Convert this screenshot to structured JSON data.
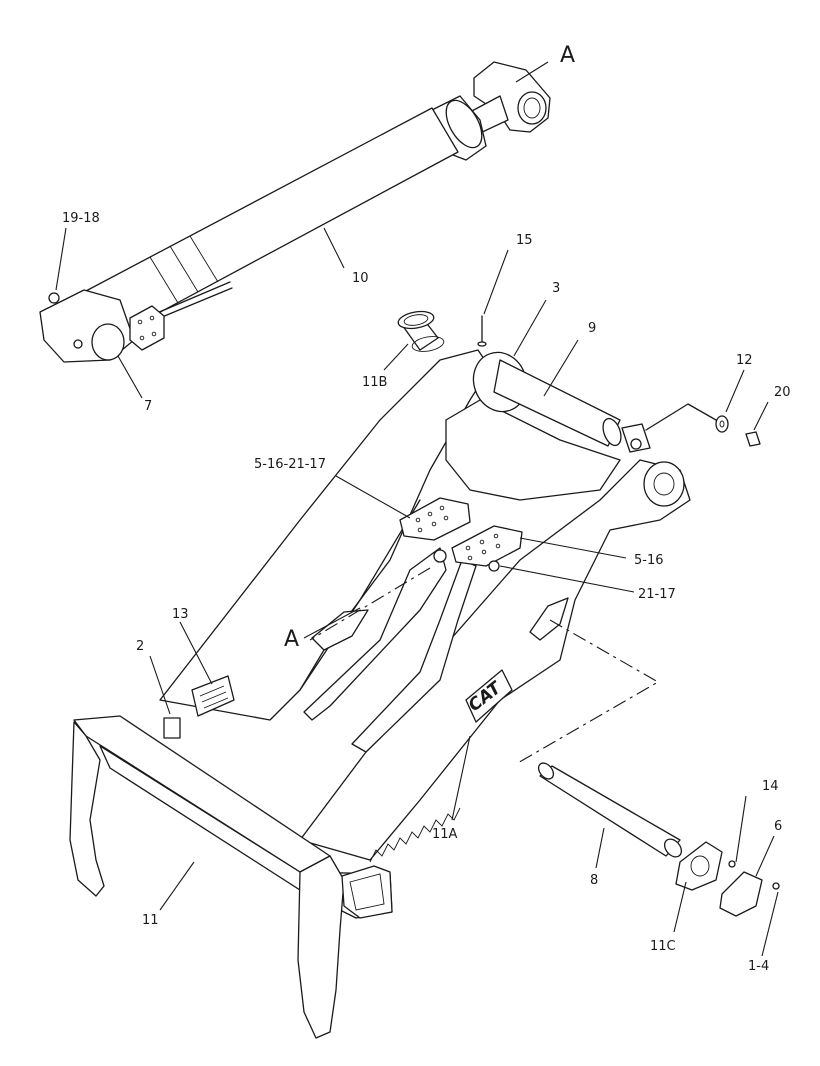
{
  "labels": {
    "A_top": "A",
    "A_left": "A",
    "p19_18": "19-18",
    "p15": "15",
    "p10": "10",
    "p3": "3",
    "p9": "9",
    "p11B": "11B",
    "p7": "7",
    "p12": "12",
    "p20": "20",
    "p5_16_21_17": "5-16-21-17",
    "p5_16": "5-16",
    "p21_17": "21-17",
    "p13": "13",
    "p2": "2",
    "p14": "14",
    "p6": "6",
    "p8": "8",
    "p11A": "11A",
    "p11": "11",
    "p11C": "11C",
    "p1_4": "1-4"
  },
  "logo_text": "CAT"
}
